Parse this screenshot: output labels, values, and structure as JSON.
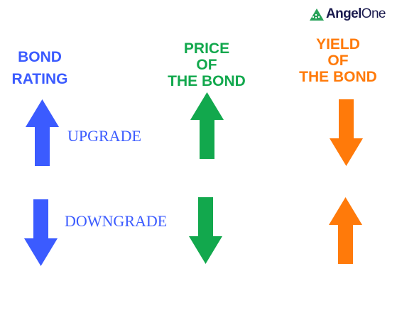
{
  "brand": {
    "name_bold": "Angel",
    "name_regular": "One",
    "logo_icon": "angel-one-logo-icon",
    "color_text": "#1a1a4e",
    "color_icon": "#2aa35a"
  },
  "columns": {
    "bond_rating": {
      "line1": "BOND",
      "line2": "RATING",
      "color": "#3B5BFF"
    },
    "price": {
      "line1": "PRICE",
      "line2": "OF",
      "line3": "THE BOND",
      "color": "#12A84D"
    },
    "yield": {
      "line1": "YIELD",
      "line2": "OF",
      "line3": "THE BOND",
      "color": "#FF7A0A"
    }
  },
  "rows": {
    "upgrade": {
      "label": "UPGRADE",
      "rating_direction": "up",
      "price_direction": "up",
      "yield_direction": "down"
    },
    "downgrade": {
      "label": "DOWNGRADE",
      "rating_direction": "down",
      "price_direction": "down",
      "yield_direction": "up"
    }
  }
}
